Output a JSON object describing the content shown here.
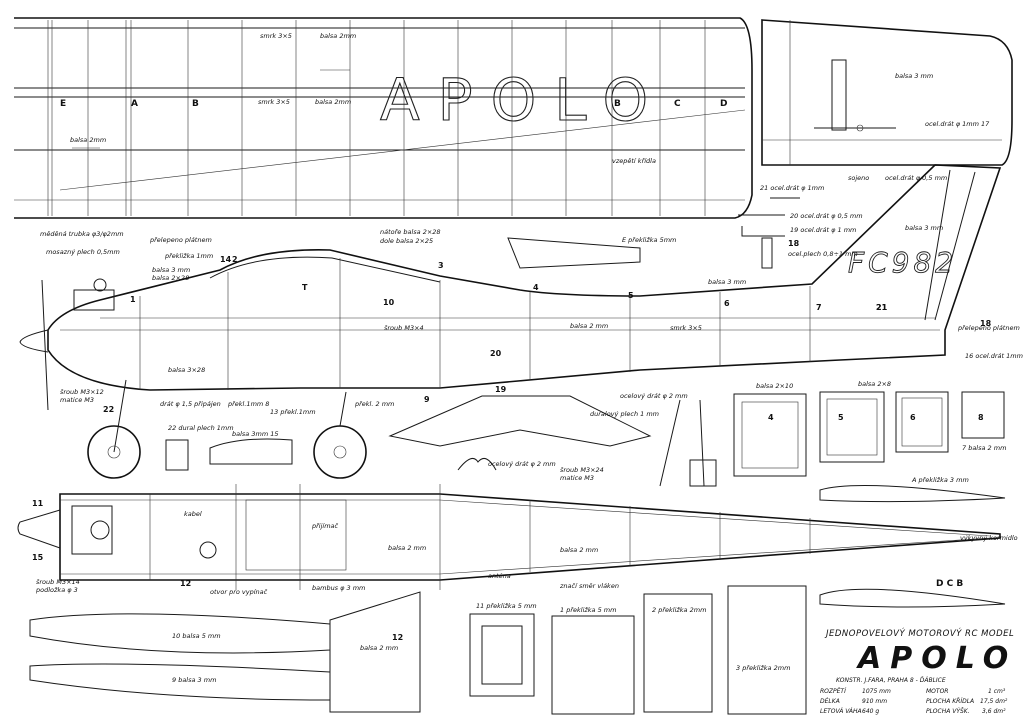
{
  "wing": {
    "name_outline": "APOLO",
    "rib_letters": [
      "E",
      "A",
      "B",
      "B",
      "C",
      "D"
    ],
    "labels": {
      "smrk_top": "smrk 3×5",
      "balsa_top": "balsa 2mm",
      "smrk_mid": "smrk 3×5",
      "balsa_mid": "balsa 2mm",
      "balsa_left": "balsa 2mm",
      "aileron_note": "vzepětí křídla",
      "glued_note": "přelepeno plátnem",
      "trailing_note_1": "nátoře  balsa 2×28",
      "trailing_note_2": "dole  balsa 2×25"
    }
  },
  "tail": {
    "fin_reg": "FC982",
    "balsa": "balsa 3 mm",
    "steel_wire": "ocel.drát φ 1mm 17",
    "sojena": "sojeno",
    "steel_05": "ocel.drát φ 0,5 mm",
    "glued": "přelepeno plátnem",
    "steel_1mm": "16 ocel.drát 1mm",
    "label_18": "18",
    "label_21": "21"
  },
  "parts": {
    "p21": "21 ocel.drát φ 1mm",
    "p20": "20 ocel.drát φ 0,5 mm",
    "p19": "19 ocel.drát φ 1 mm",
    "p18": "18",
    "p18_note": "ocel.plech 0,8÷1 mm",
    "e_splint": "E překližka 5mm",
    "a_splint": "A překližka 3 mm",
    "dcb": "D C B"
  },
  "fuselage": {
    "numbers": [
      "1",
      "2",
      "3",
      "4",
      "5",
      "6",
      "7",
      "9",
      "10",
      "14",
      "20",
      "21",
      "22",
      "19"
    ],
    "labels": {
      "mirror_tank": "měděná trubka φ3/φ2mm",
      "brass_sheet": "mosazný plech 0,5mm",
      "balsa_3": "balsa 3 mm",
      "balsa_2x28": "balsa 2×28",
      "preklizka_1mm": "překližka 1mm",
      "balsa_3x28": "balsa 3×28",
      "screw_312": "šroub M3×12",
      "matice": "matice M3",
      "drat_15": "drát φ 1,5 připájen",
      "sroub_m3x4": "šroub M3×4",
      "balsa_2mm": "balsa 2 mm",
      "smrk_3x5": "smrk 3×5",
      "balsa_3mm": "balsa 3 mm",
      "prekl_2mm": "překl. 2 mm",
      "prekl_1mm_8": "překl.1mm 8",
      "prekl_1mm_13": "13 překl.1mm",
      "t_mark": "T"
    }
  },
  "bulkheads": {
    "b4": "4",
    "b5": "5",
    "b6": "6",
    "b8": "8",
    "b7": "7 balsa 2 mm",
    "balsa_2x10": "balsa 2×10",
    "balsa_2x8": "balsa 2×8"
  },
  "undercarriage": {
    "p22": "22 dural plech 1mm",
    "p15": "balsa 3mm 15",
    "ocel_2mm": "ocelový drát φ 2 mm",
    "dural_1mm": "duralový plech 1 mm",
    "ocel_drat": "ocelový drát φ 2 mm",
    "sroub": "šroub M3×24",
    "matice": "matice M3"
  },
  "topview": {
    "kabel": "kabel",
    "prijimac": "přijímač",
    "balsa_2mm": "balsa 2 mm",
    "balsa_2mm_b": "balsa 2 mm",
    "antena": "anténa",
    "znaci": "značí směr vláken",
    "otvor": "otvor pro vypínač",
    "bambus": "bambus φ 3 mm",
    "sroub": "šroub M3×14",
    "podlozka": "podložka φ 3",
    "vykyvny": "výkyvný kormidlo",
    "n11": "11",
    "n15": "15",
    "n12": "12"
  },
  "bottom": {
    "p10": "10 balsa 5 mm",
    "p9": "9 balsa 3 mm",
    "p12": "12",
    "p12_note": "balsa 2 mm",
    "p11": "11 překližka 5 mm",
    "p1": "1 překližka 5 mm",
    "p2": "2 překližka 2mm",
    "p3": "3 překližka 2mm"
  },
  "title_block": {
    "subtitle": "JEDNOPOVELOVÝ MOTOROVÝ RC MODEL",
    "title": "APOLO",
    "author": "KONSTR. J.FARA, PRAHA 8 - ĎÁBLICE",
    "specs": [
      {
        "label": "ROZPĚTÍ",
        "value": "1075 mm",
        "label2": "MOTOR",
        "value2": "1 cm³"
      },
      {
        "label": "DÉLKA",
        "value": "910 mm",
        "label2": "PLOCHA KŘÍDLA",
        "value2": "17,5 dm²"
      },
      {
        "label": "LETOVÁ VÁHA",
        "value": "640 g",
        "label2": "PLOCHA VÝŠK.",
        "value2": "3,6 dm²"
      }
    ]
  }
}
